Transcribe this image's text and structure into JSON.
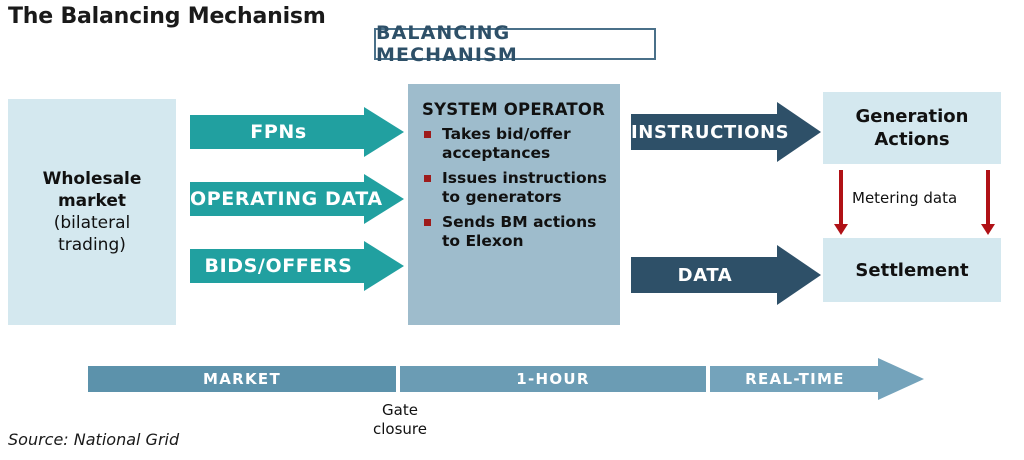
{
  "page": {
    "title": "The Balancing Mechanism",
    "source": "Source: National Grid"
  },
  "header": {
    "chip_label": "BALANCING MECHANISM"
  },
  "wholesale": {
    "line1": "Wholesale",
    "line2": "market",
    "line3": "(bilateral",
    "line4": "trading)"
  },
  "flows_in": [
    {
      "label": "FPNs"
    },
    {
      "label": "OPERATING  DATA"
    },
    {
      "label": "BIDS/OFFERS"
    }
  ],
  "system_operator": {
    "title": "SYSTEM OPERATOR",
    "bullets": [
      "Takes bid/offer acceptances",
      "Issues instructions to generators",
      "Sends BM actions to Elexon"
    ]
  },
  "flows_out": [
    {
      "label": "INSTRUCTIONS"
    },
    {
      "label": "DATA"
    }
  ],
  "outputs": {
    "generation": {
      "line1": "Generation",
      "line2": "Actions"
    },
    "settlement": {
      "line1": "Settlement"
    },
    "metering_label": "Metering data"
  },
  "timeline": {
    "segments": [
      {
        "label": "MARKET"
      },
      {
        "label": "1-HOUR"
      },
      {
        "label": "REAL-TIME"
      }
    ],
    "marker": {
      "line1": "Gate",
      "line2": "closure"
    }
  },
  "colors": {
    "teal": "#21a0a0",
    "slate_dark": "#2e5068",
    "light_blue": "#d4e8ef",
    "so_blue": "#9ebccc",
    "red": "#b01116",
    "timeline_1": "#5c92ab",
    "timeline_2": "#6b9cb4",
    "timeline_3": "#74a3bb"
  }
}
